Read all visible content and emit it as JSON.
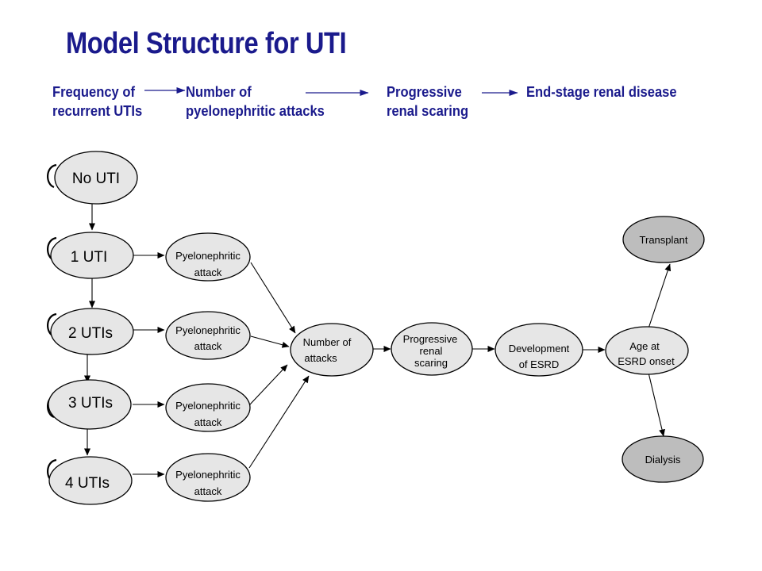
{
  "title": "Model Structure for UTI",
  "stages": [
    "Frequency of\nrecurrent UTIs",
    "Number of\npyelonephritic attacks",
    "Progressive\nrenal scaring",
    "End-stage renal disease"
  ],
  "nodes": {
    "no_uti": "No UTI",
    "uti_1": "1 UTI",
    "uti_2": "2 UTIs",
    "uti_3": "3 UTIs",
    "uti_4": "4 UTIs",
    "pyelo_1": [
      "Pyelonephritic",
      "attack"
    ],
    "pyelo_2": [
      "Pyelonephritic",
      "attack"
    ],
    "pyelo_3": [
      "Pyelonephritic",
      "attack"
    ],
    "pyelo_4": [
      "Pyelonephritic",
      "attack"
    ],
    "attacks": [
      "Number of",
      "attacks"
    ],
    "scaring": [
      "Progressive",
      "renal",
      "scaring"
    ],
    "esrd": [
      "Development",
      "of ESRD"
    ],
    "age": [
      "Age at",
      "ESRD onset"
    ],
    "transplant": "Transplant",
    "dialysis": "Dialysis"
  },
  "colors": {
    "title": "#1a1a8c",
    "node_fill": "#e6e6e6",
    "terminal_fill": "#bdbdbd",
    "header_arrow": "#1a1a8c"
  }
}
